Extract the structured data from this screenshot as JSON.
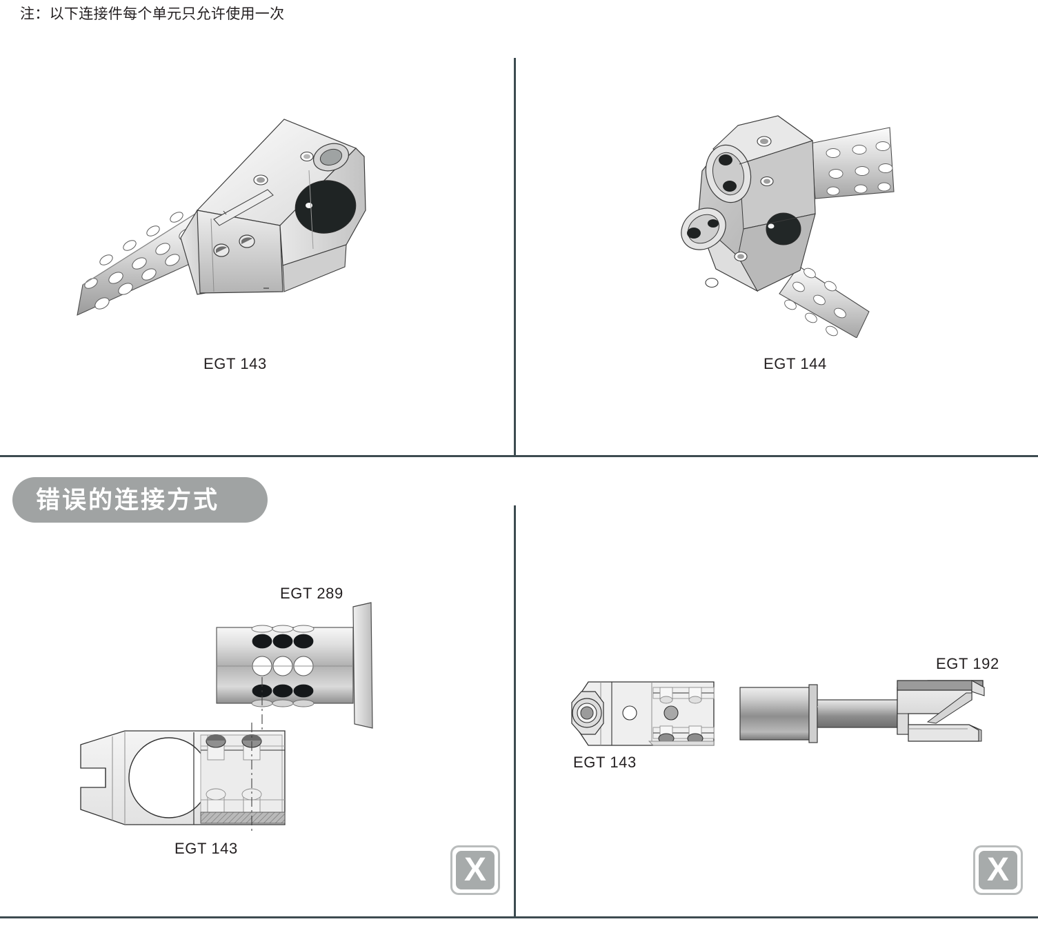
{
  "page": {
    "note": "注：以下连接件每个单元只允许使用一次",
    "section_badge": "错误的连接方式"
  },
  "colors": {
    "divider": "#3d4b50",
    "badge_bg": "#a0a3a3",
    "badge_text": "#ffffff",
    "label_text": "#231f20",
    "marker_gray": "#a7abab",
    "marker_border": "#b9bcbc",
    "metal_light": "#f2f2f2",
    "metal_mid": "#c9c9c9",
    "metal_dark": "#8a8a8a"
  },
  "panels": {
    "top_left": {
      "label": "EGT 143",
      "figure": "clamp-block-on-perforated-tube-3d"
    },
    "top_right": {
      "label": "EGT 144",
      "figure": "angular-two-tube-joint-3d"
    },
    "bottom_left": {
      "label_top": "EGT 289",
      "label_bottom": "EGT 143",
      "figure_top": "perforated-cylinder-with-flange",
      "figure_bottom": "clamp-block-top-view",
      "marker": "X"
    },
    "bottom_right": {
      "label_left": "EGT 143",
      "label_right": "EGT 192",
      "figure": "clamp-block-side-view-with-shaft-and-clevis",
      "marker": "X"
    }
  },
  "markers": {
    "glyph": "X",
    "meaning": "incorrect"
  }
}
